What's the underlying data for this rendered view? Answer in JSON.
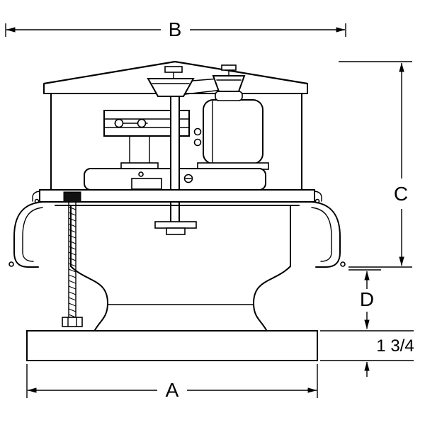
{
  "diagram": {
    "subject": "belt-driven roof exhaust ventilator, front elevation dimension drawing",
    "labels": {
      "width_top": "B",
      "height_overall": "C",
      "height_skirt_to_base": "D",
      "base_thickness": "1 3/4",
      "width_base": "A"
    },
    "colors": {
      "line": "#000000",
      "background": "#ffffff"
    }
  }
}
